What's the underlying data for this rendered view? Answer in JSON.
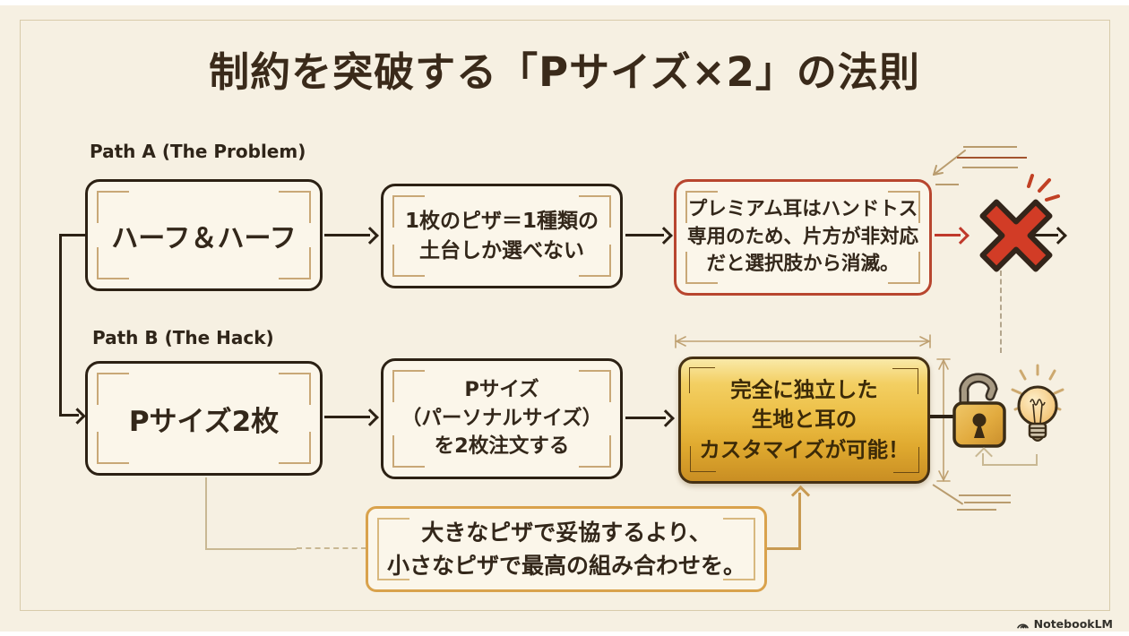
{
  "slide": {
    "title": "制約を突破する「Pサイズ×2」の法則",
    "brand": "NotebookLM"
  },
  "path_a": {
    "label": "Path A (The Problem)",
    "nodes": [
      {
        "lines": [
          "ハーフ＆ハーフ"
        ]
      },
      {
        "lines": [
          "1枚のピザ＝1種類の",
          "土台しか選べない"
        ]
      },
      {
        "lines": [
          "プレミアム耳はハンドトス",
          "専用のため、片方が非対応",
          "だと選択肢から消滅。"
        ]
      }
    ],
    "result_icon": "cross-icon"
  },
  "path_b": {
    "label": "Path B (The Hack)",
    "nodes": [
      {
        "lines": [
          "Pサイズ2枚"
        ]
      },
      {
        "lines": [
          "Pサイズ",
          "（パーソナルサイズ）",
          "を2枚注文する"
        ]
      },
      {
        "lines": [
          "完全に独立した",
          "生地と耳の",
          "カスタマイズが可能！"
        ]
      }
    ],
    "result_icons": [
      "open-lock-icon",
      "lightbulb-icon"
    ]
  },
  "note": {
    "lines": [
      "大きなピザで妥協するより、",
      "小さなピザで最高の組み合わせを。"
    ]
  },
  "colors": {
    "background": "#f6f0e2",
    "ink": "#2c2114",
    "tan_accent": "#c2a377",
    "alert_red": "#c0392b",
    "gold": "#ecbe45",
    "note_border": "#d9a24c"
  }
}
